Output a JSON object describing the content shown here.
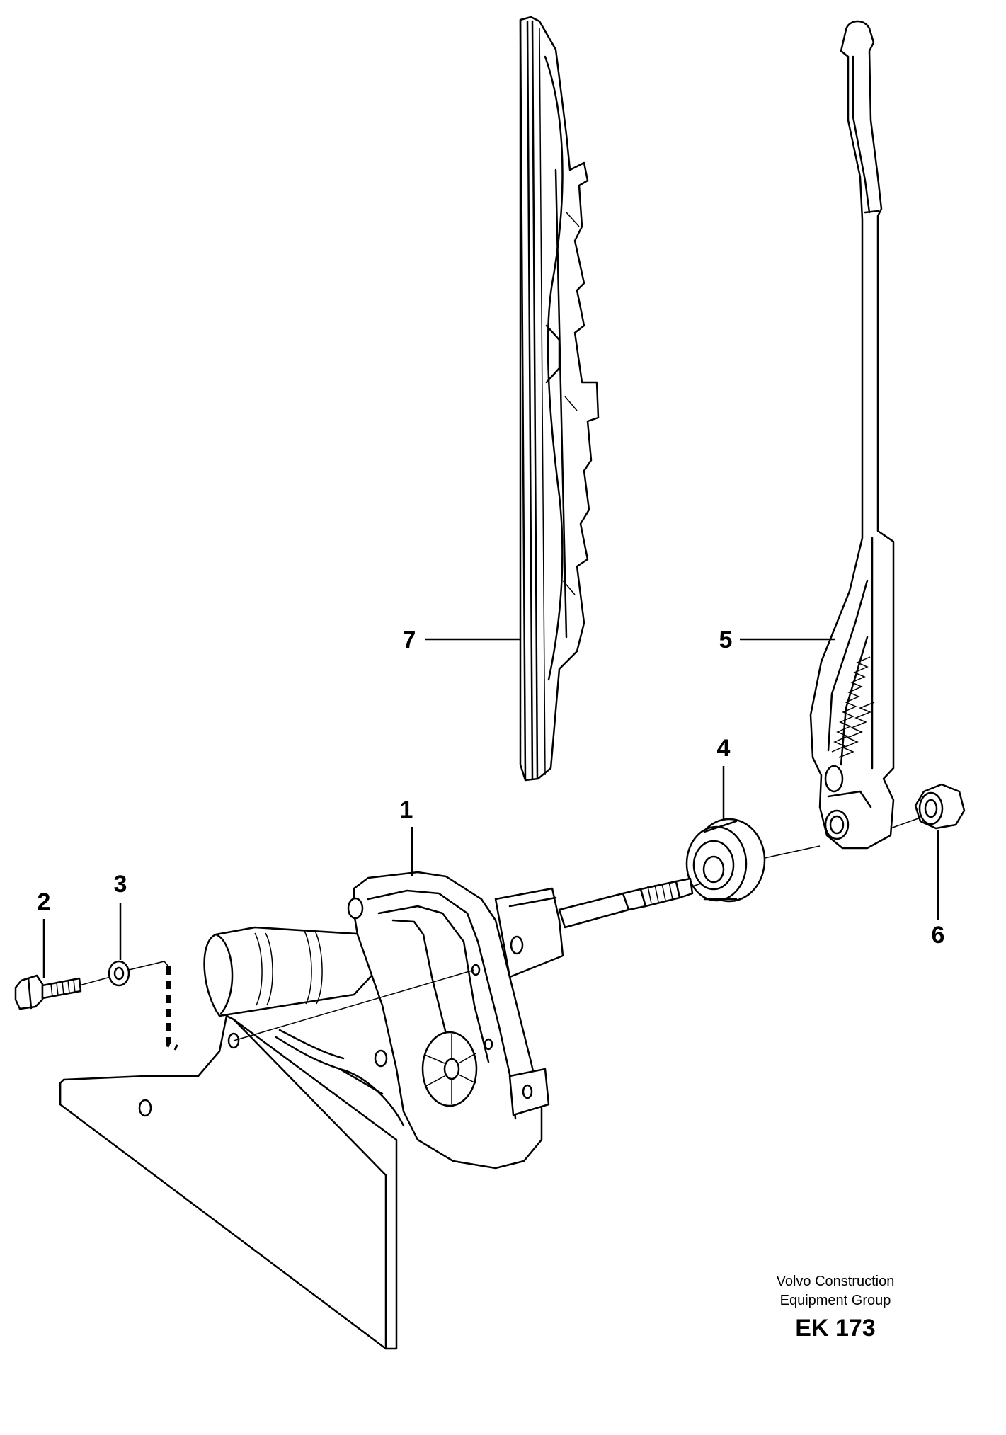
{
  "callouts": [
    {
      "id": "1",
      "label": "1"
    },
    {
      "id": "2",
      "label": "2"
    },
    {
      "id": "3",
      "label": "3"
    },
    {
      "id": "4",
      "label": "4"
    },
    {
      "id": "5",
      "label": "5"
    },
    {
      "id": "6",
      "label": "6"
    },
    {
      "id": "7",
      "label": "7"
    }
  ],
  "footer": {
    "line1": "Volvo Construction",
    "line2": "Equipment Group",
    "code": "EK 173"
  }
}
